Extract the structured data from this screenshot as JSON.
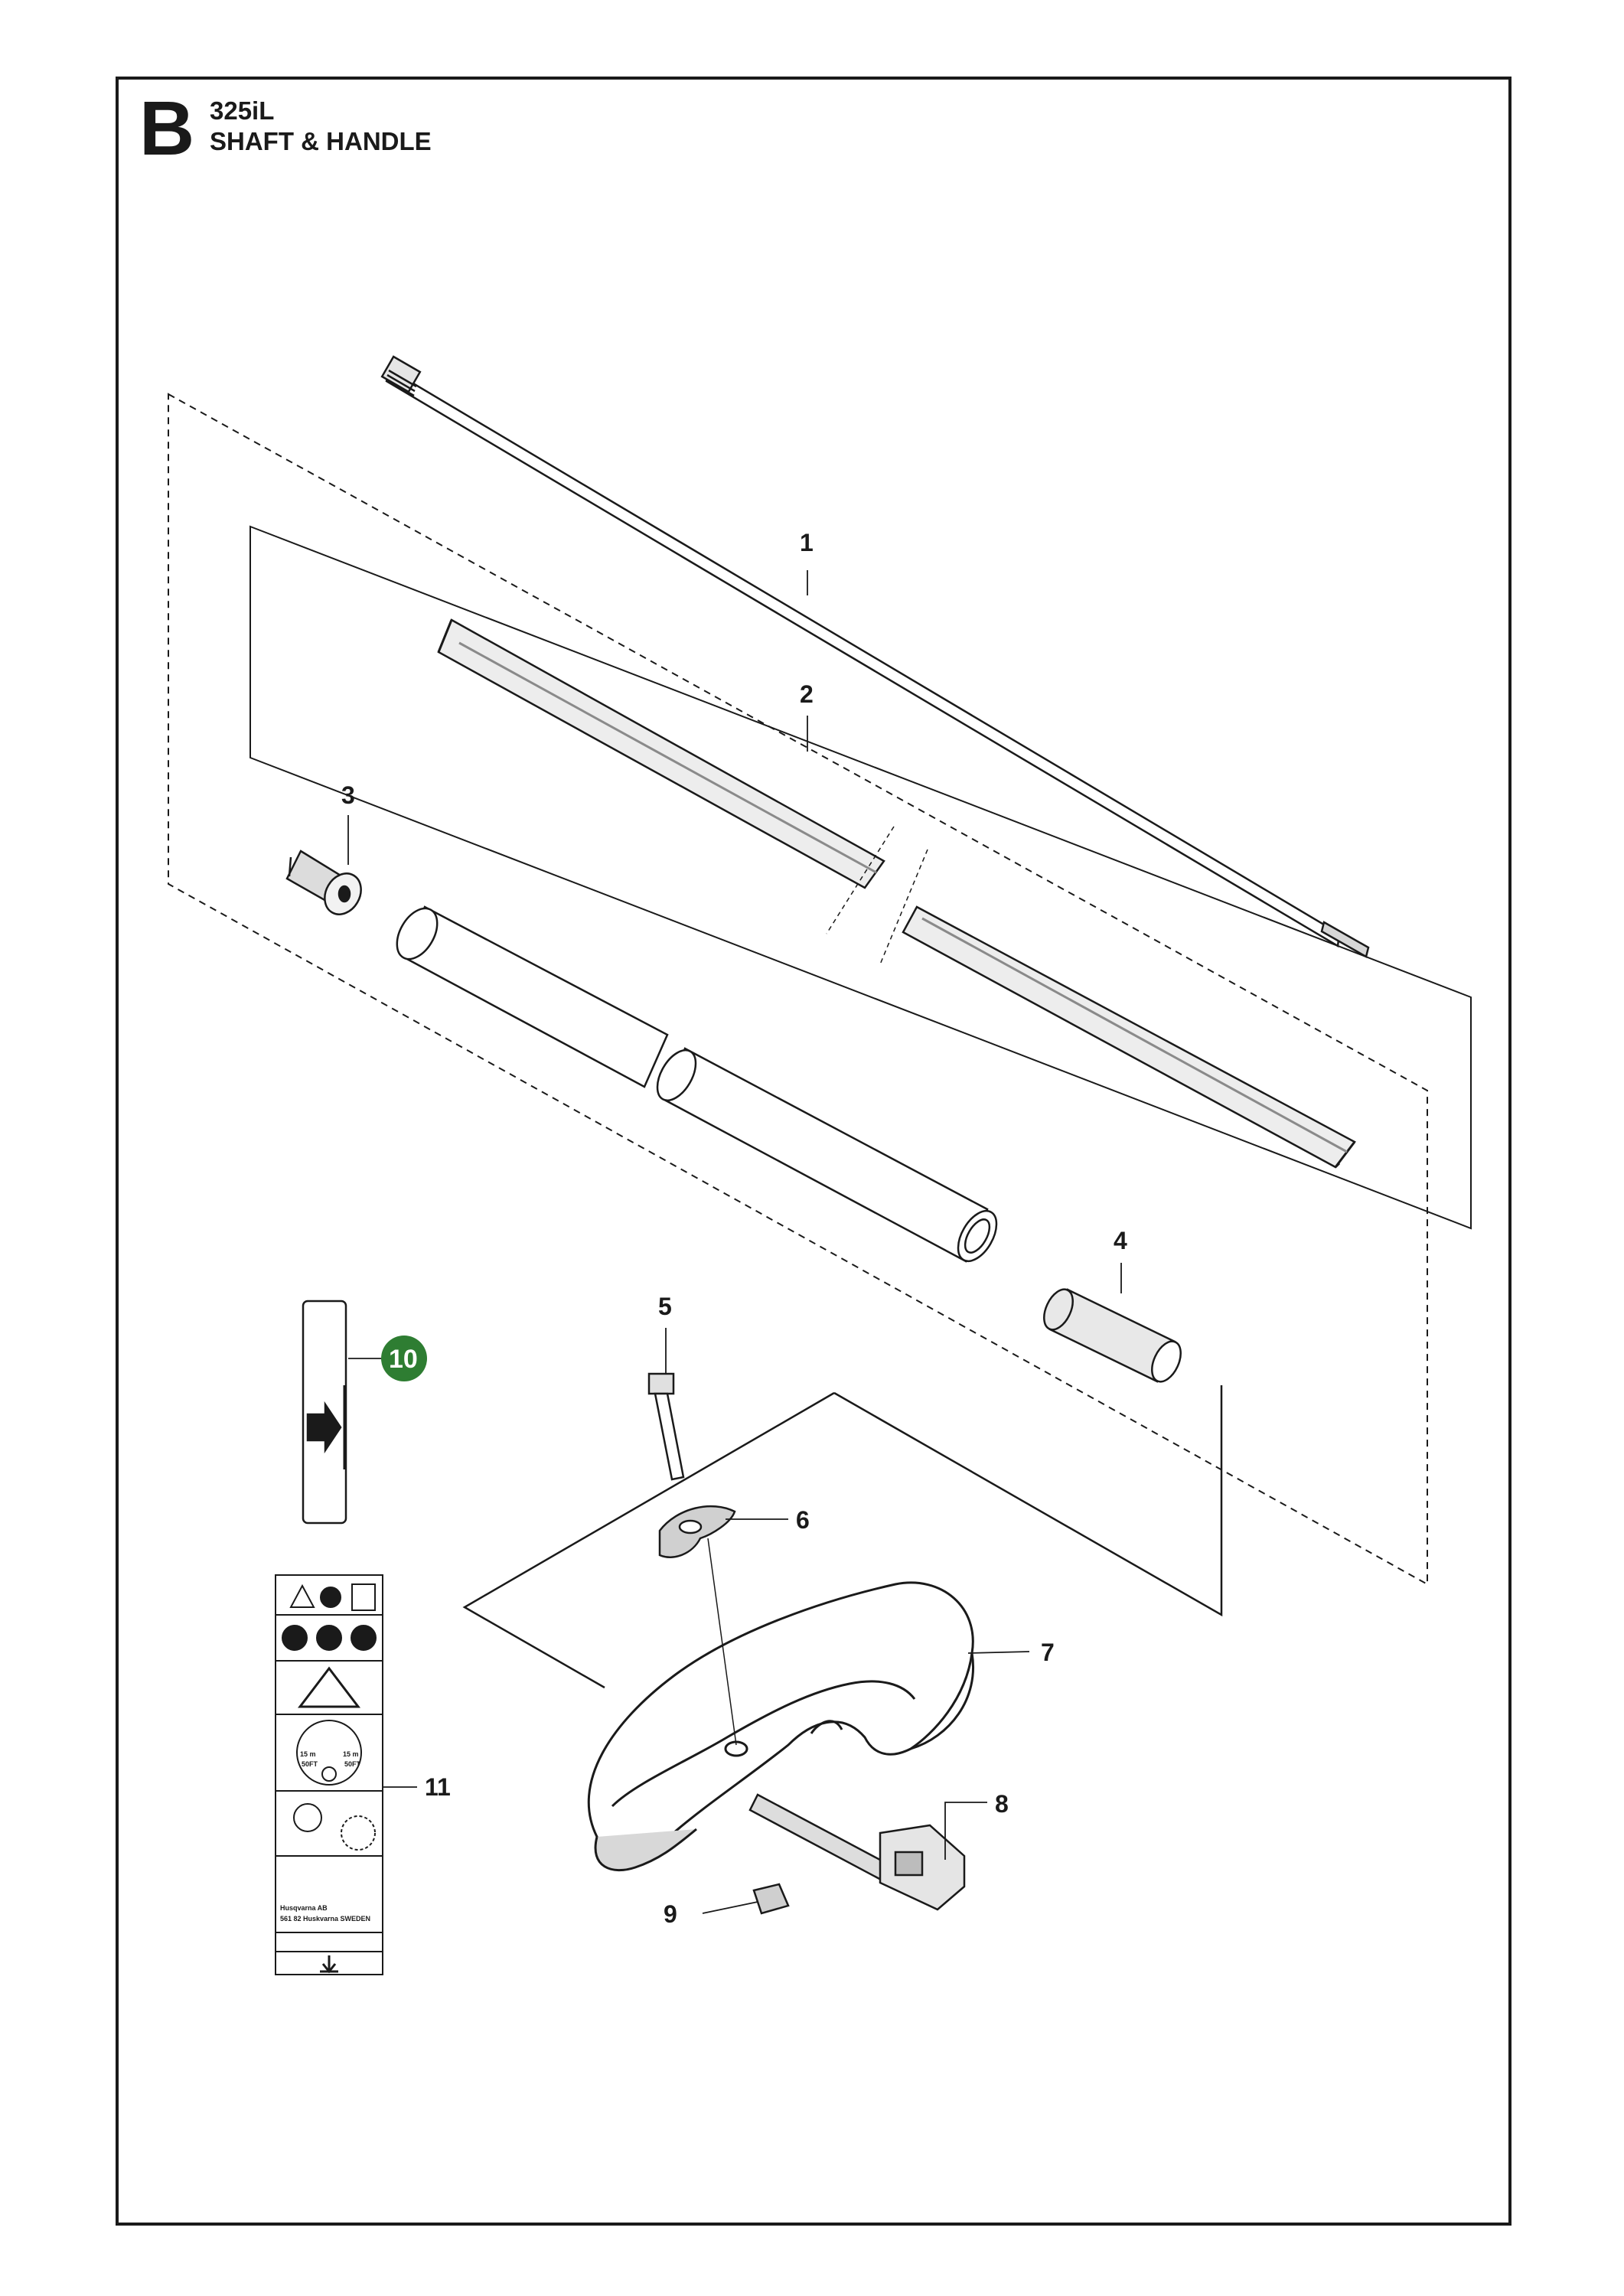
{
  "header": {
    "section_letter": "B",
    "model": "325iL",
    "title": "SHAFT & HANDLE"
  },
  "callouts": {
    "p1": "1",
    "p2": "2",
    "p3": "3",
    "p4": "4",
    "p5": "5",
    "p6": "6",
    "p7": "7",
    "p8": "8",
    "p9": "9",
    "p10": "10",
    "p11": "11"
  },
  "decal": {
    "manufacturer": "Husqvarna AB",
    "address": "561 82 Huskvarna SWEDEN",
    "distance_left": "15 m",
    "distance_left_ft": "50FT",
    "distance_right": "15 m",
    "distance_right_ft": "50FT"
  },
  "colors": {
    "line": "#1a1a1a",
    "highlight_badge": "#2e7d32"
  }
}
